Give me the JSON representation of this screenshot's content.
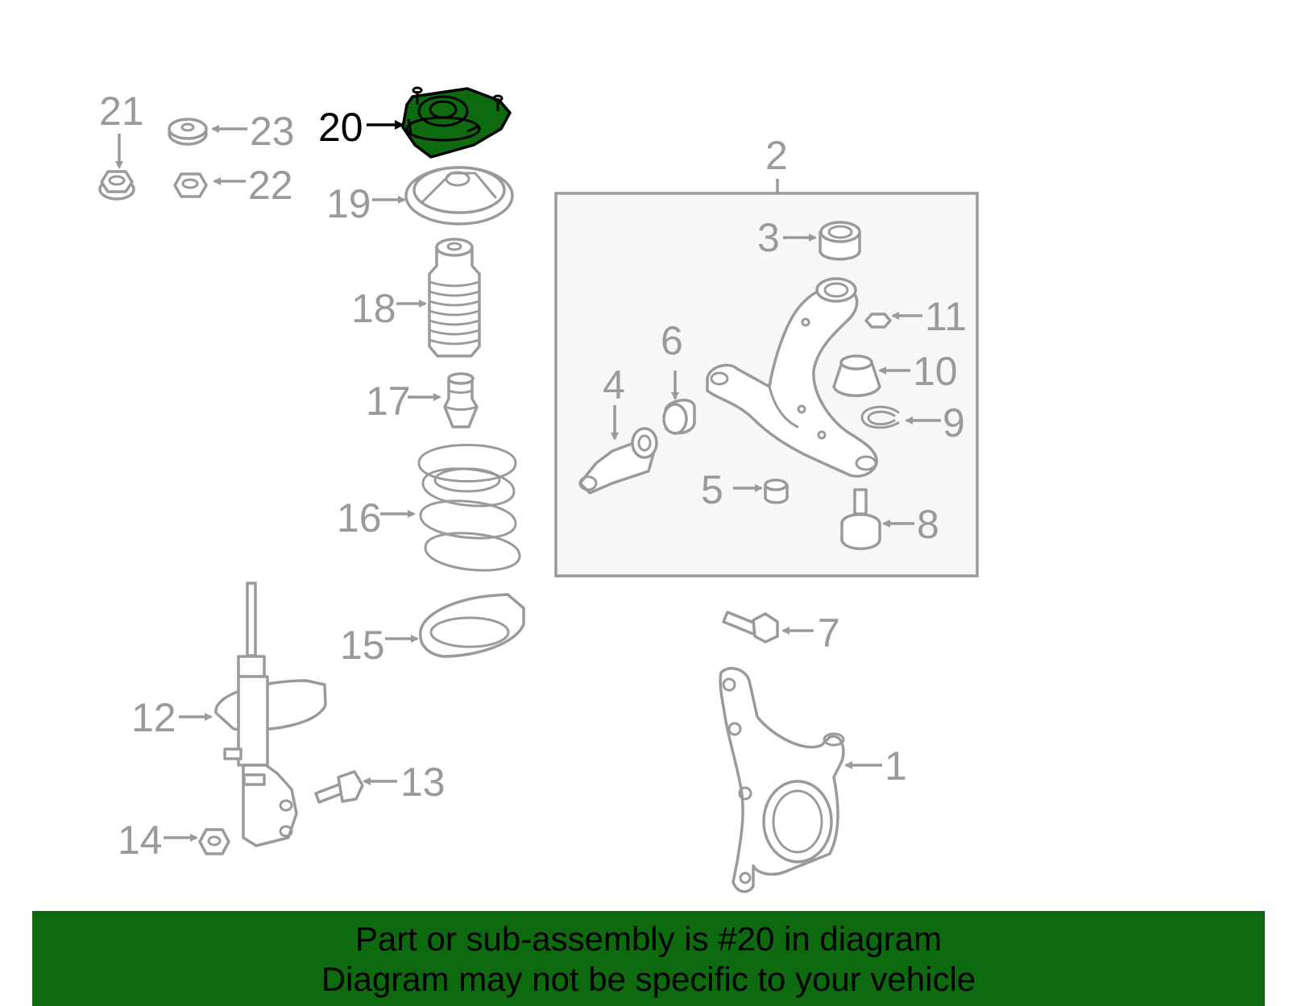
{
  "diagram": {
    "highlighted_part": "20",
    "highlight_color": "#0e6a0e",
    "line_color": "#9a9a9a",
    "callouts": [
      "1",
      "2",
      "3",
      "4",
      "5",
      "6",
      "7",
      "8",
      "9",
      "10",
      "11",
      "12",
      "13",
      "14",
      "15",
      "16",
      "17",
      "18",
      "19",
      "20",
      "21",
      "22",
      "23"
    ]
  },
  "banner": {
    "background": "#0e6a0e",
    "line1": "Part or sub-assembly is #20 in diagram",
    "line2": "Diagram may not be specific to your vehicle"
  }
}
